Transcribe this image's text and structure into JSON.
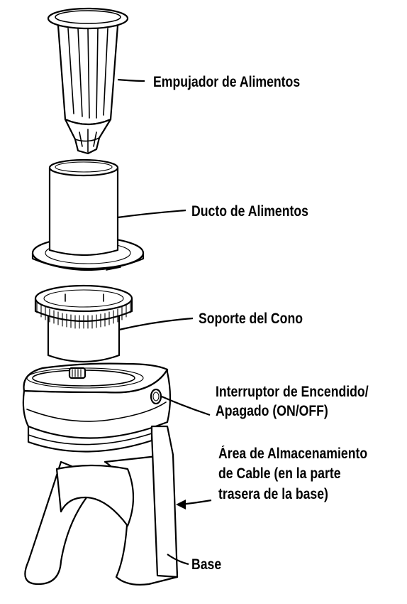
{
  "labels": {
    "pusher": "Empujador de Alimentos",
    "chute": "Ducto de Alimentos",
    "cone_holder": "Soporte del Cono",
    "switch_line1": "Interruptor de Encendido/",
    "switch_line2": "Apagado (ON/OFF)",
    "cord_line1": "Área de Almacenamiento",
    "cord_line2": "de Cable (en la parte",
    "cord_line3": "trasera de la base)",
    "base": "Base"
  }
}
